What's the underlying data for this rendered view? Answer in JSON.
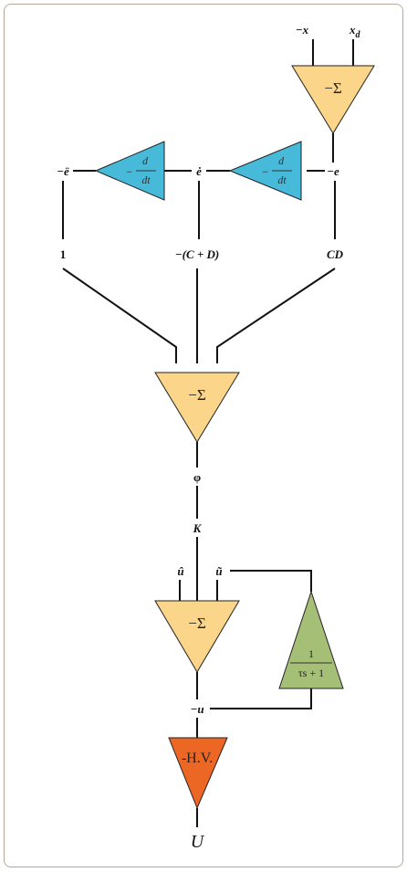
{
  "colors": {
    "sum": "#fbd58a",
    "derivative": "#46bad8",
    "filter": "#a5bf76",
    "hv": "#ec6624",
    "border": "#b7a898"
  },
  "inputs": {
    "neg_x": "−x",
    "x_d": "x",
    "x_d_sub": "d"
  },
  "top_sum": {
    "label": "−Σ"
  },
  "signals": {
    "neg_e": "−e",
    "e_dot": "ė",
    "neg_e_ddot": "−ë"
  },
  "derivative_blocks": [
    {
      "sign": "−",
      "numerator": "d",
      "denominator": "dt"
    },
    {
      "sign": "−",
      "numerator": "d",
      "denominator": "dt"
    }
  ],
  "gains": {
    "g1": "1",
    "g2": "−(C + D)",
    "g3": "CD"
  },
  "mid_sum": {
    "label": "−Σ"
  },
  "phi": "φ",
  "k": "K",
  "u_hat": "û",
  "u_tilde": "ũ",
  "low_sum": {
    "label": "−Σ"
  },
  "filter_block": {
    "numerator": "1",
    "denominator": "τs + 1"
  },
  "neg_u": "−u",
  "hv_block": {
    "label": "-H.V."
  },
  "output": "U"
}
